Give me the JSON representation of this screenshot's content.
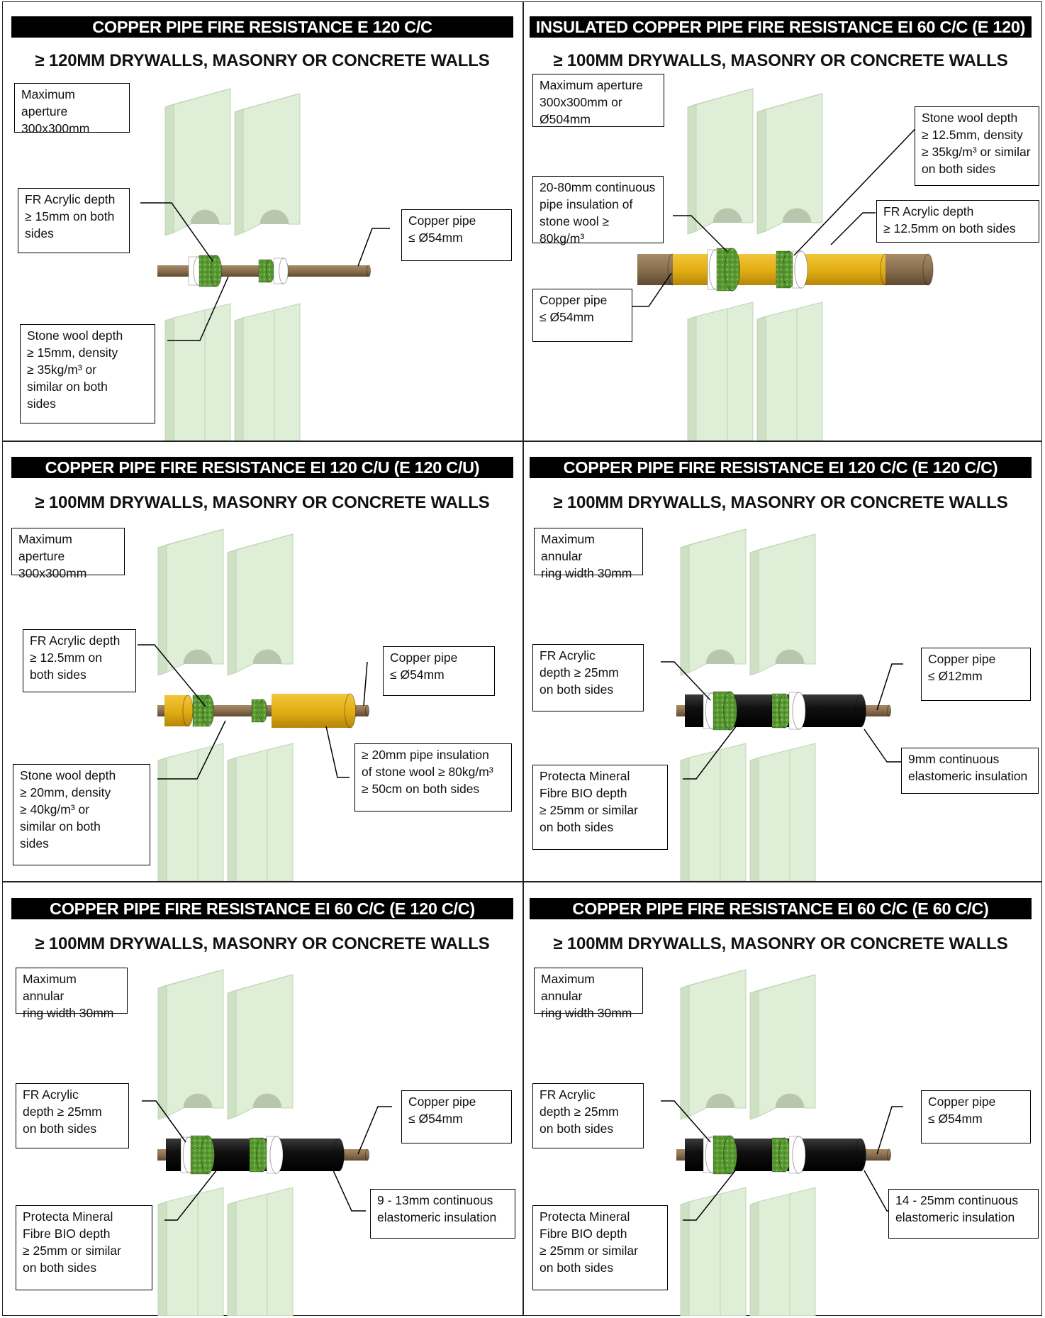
{
  "colors": {
    "panel_border": "#222222",
    "title_bar": "#000000",
    "wall_face": "#dfeed6",
    "wall_edge": "#bfd4b4",
    "copper_pipe": "#8b6f4e",
    "stone_wool_collar": "#5c9a35",
    "fr_acrylic_ring": "#ffffff",
    "pipe_insulation_stonewool": "#e0ad12",
    "elastomeric_insulation": "#0a0a0a"
  },
  "panels": [
    {
      "title": "COPPER PIPE FIRE RESISTANCE E 120 C/C",
      "subtitle": "≥ 120MM DRYWALLS, MASONRY OR CONCRETE WALLS",
      "sleeve": "none",
      "labels": [
        "Maximum aperture\n300x300mm",
        "FR Acrylic depth\n≥ 15mm on both\nsides",
        "Copper pipe\n≤ Ø54mm",
        "Stone wool depth\n≥ 15mm, density\n≥ 35kg/m³ or\nsimilar on both\nsides"
      ]
    },
    {
      "title": "INSULATED COPPER PIPE FIRE RESISTANCE EI 60 C/C (E 120)",
      "subtitle": "≥ 100MM DRYWALLS, MASONRY OR CONCRETE WALLS",
      "sleeve": "stonewool",
      "labels": [
        "Maximum aperture\n300x300mm or Ø504mm",
        "Stone wool depth\n≥ 12.5mm, density\n≥ 35kg/m³ or similar\non both sides",
        "20-80mm continuous\npipe insulation of\nstone wool ≥ 80kg/m³",
        "FR Acrylic depth\n≥ 12.5mm on both sides",
        "Copper pipe\n≤ Ø54mm"
      ]
    },
    {
      "title": "COPPER PIPE FIRE RESISTANCE EI 120 C/U (E 120 C/U)",
      "subtitle": "≥ 100MM DRYWALLS, MASONRY OR CONCRETE WALLS",
      "sleeve": "local-stonewool",
      "labels": [
        "Maximum aperture\n300x300mm",
        "FR Acrylic depth\n≥ 12.5mm on\nboth sides",
        "Copper pipe\n≤ Ø54mm",
        "≥ 20mm pipe insulation\nof stone wool ≥ 80kg/m³\n≥ 50cm on both sides",
        "Stone wool depth\n≥ 20mm, density\n≥ 40kg/m³ or\nsimilar on both\nsides"
      ]
    },
    {
      "title": "COPPER PIPE FIRE RESISTANCE EI 120 C/C (E 120 C/C)",
      "subtitle": "≥ 100MM DRYWALLS, MASONRY OR CONCRETE WALLS",
      "sleeve": "elastomeric",
      "labels": [
        "Maximum annular\nring width 30mm",
        "FR Acrylic\ndepth ≥ 25mm\non both sides",
        "Copper pipe\n≤ Ø12mm",
        "9mm continuous\nelastomeric insulation",
        "Protecta Mineral\nFibre BIO depth\n≥ 25mm or similar\non both sides"
      ]
    },
    {
      "title": "COPPER PIPE FIRE RESISTANCE EI 60 C/C (E 120 C/C)",
      "subtitle": "≥ 100MM DRYWALLS, MASONRY OR CONCRETE WALLS",
      "sleeve": "elastomeric",
      "labels": [
        "Maximum annular\nring width 30mm",
        "FR Acrylic\ndepth ≥ 25mm\non both sides",
        "Copper pipe\n≤ Ø54mm",
        "9 - 13mm continuous\nelastomeric insulation",
        "Protecta Mineral\nFibre BIO depth\n≥ 25mm or similar\non both sides"
      ]
    },
    {
      "title": "COPPER PIPE FIRE RESISTANCE EI 60 C/C (E 60 C/C)",
      "subtitle": "≥ 100MM DRYWALLS, MASONRY OR CONCRETE WALLS",
      "sleeve": "elastomeric",
      "labels": [
        "Maximum annular\nring width 30mm",
        "FR Acrylic\ndepth ≥ 25mm\non both sides",
        "Copper pipe\n≤ Ø54mm",
        "14 - 25mm continuous\nelastomeric insulation",
        "Protecta Mineral\nFibre BIO depth\n≥ 25mm or similar\non both sides"
      ]
    }
  ]
}
